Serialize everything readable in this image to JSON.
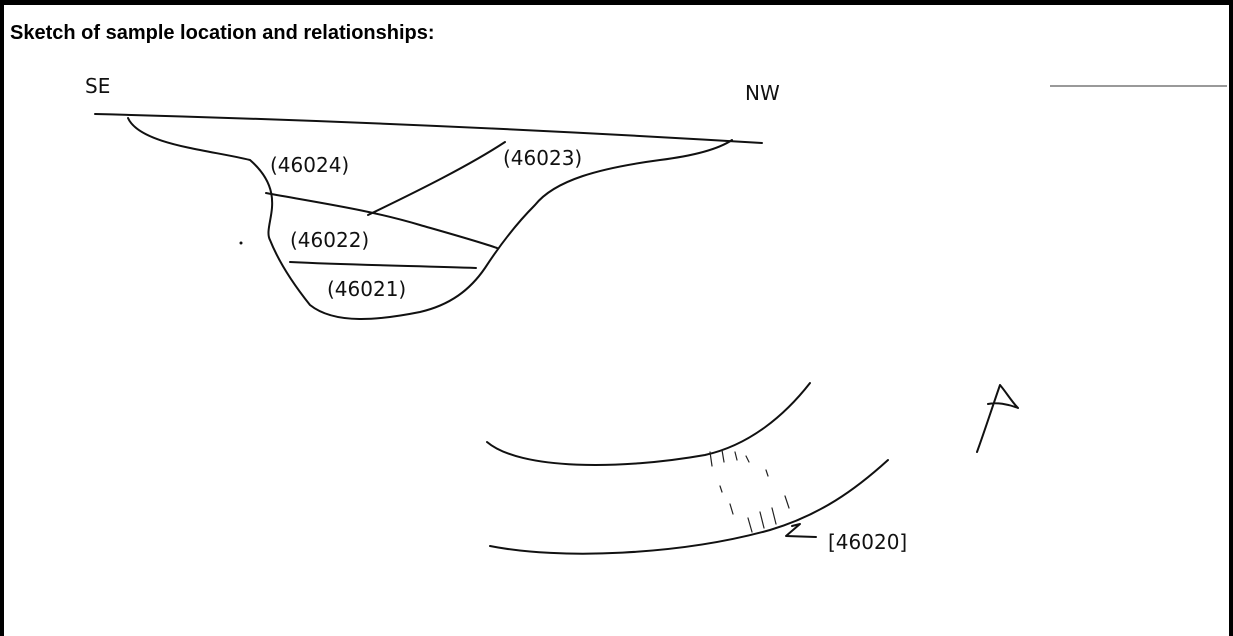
{
  "form": {
    "heading": "Sketch of sample location and relationships:"
  },
  "sketch": {
    "orientation_left": "SE",
    "orientation_right": "NW",
    "samples": {
      "s46024": "(46024)",
      "s46023": "(46023)",
      "s46022": "(46022)",
      "s46021": "(46021)",
      "s46020": "[46020]"
    }
  }
}
